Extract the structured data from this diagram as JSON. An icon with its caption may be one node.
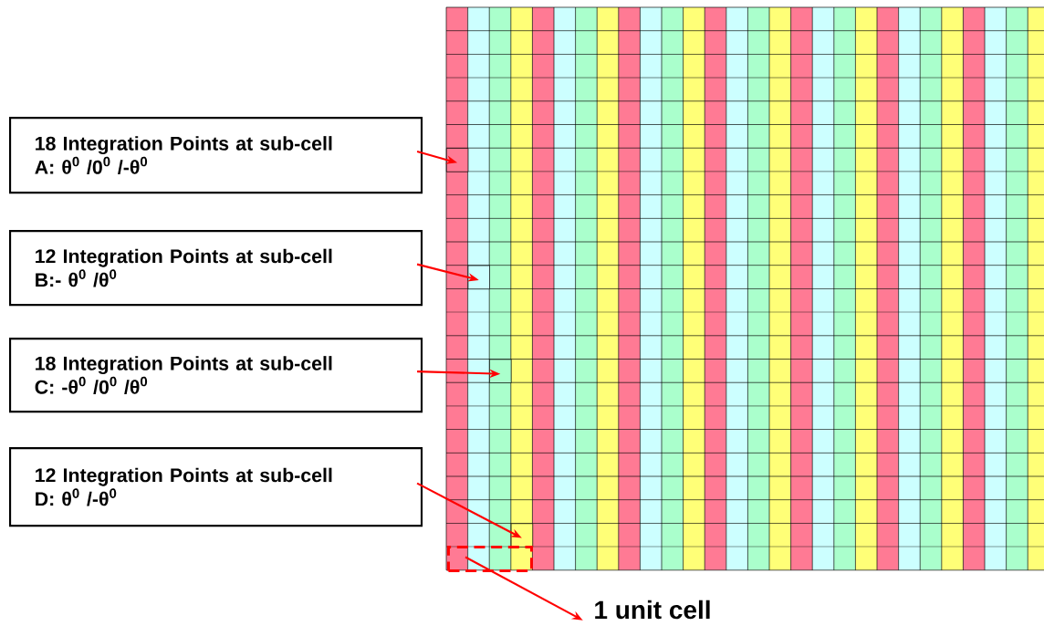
{
  "diagram": {
    "nodes": [
      {
        "text": [
          "18 Integration Points at sub-cell",
          "A: θ$^{0}$ /0$^{0}$ /-θ$^{0}$"
        ]
      },
      {
        "text": [
          "12 Integration Points at sub-cell",
          "B:- θ$^{0}$ /θ$^{0}$"
        ]
      },
      {
        "text": [
          "18 Integration Points at sub-cell",
          "C: -θ$^{0}$ /0$^{0}$ /θ$^{0}$"
        ]
      },
      {
        "text": [
          "12 Integration Points at sub-cell",
          "D: θ$^{0}$ /-θ$^{0}$"
        ]
      },
      {
        "text": [],
        "shape": "box"
      },
      {
        "text": [],
        "shape": "box"
      },
      {
        "text": [],
        "shape": "box"
      },
      {
        "text": [],
        "shape": "box"
      },
      {
        "text": [],
        "shape": "box"
      },
      {
        "text": [
          "1 unit cell"
        ]
      }
    ],
    "edges": [
      {
        "from": 0,
        "to": 4,
        "arrow": "to"
      },
      {
        "from": 1,
        "to": 5,
        "arrow": "to"
      },
      {
        "from": 2,
        "to": 6,
        "arrow": "to"
      },
      {
        "from": 3,
        "to": 7,
        "arrow": "to"
      },
      {
        "from": 8,
        "to": 9,
        "arrow": "to"
      }
    ]
  }
}
